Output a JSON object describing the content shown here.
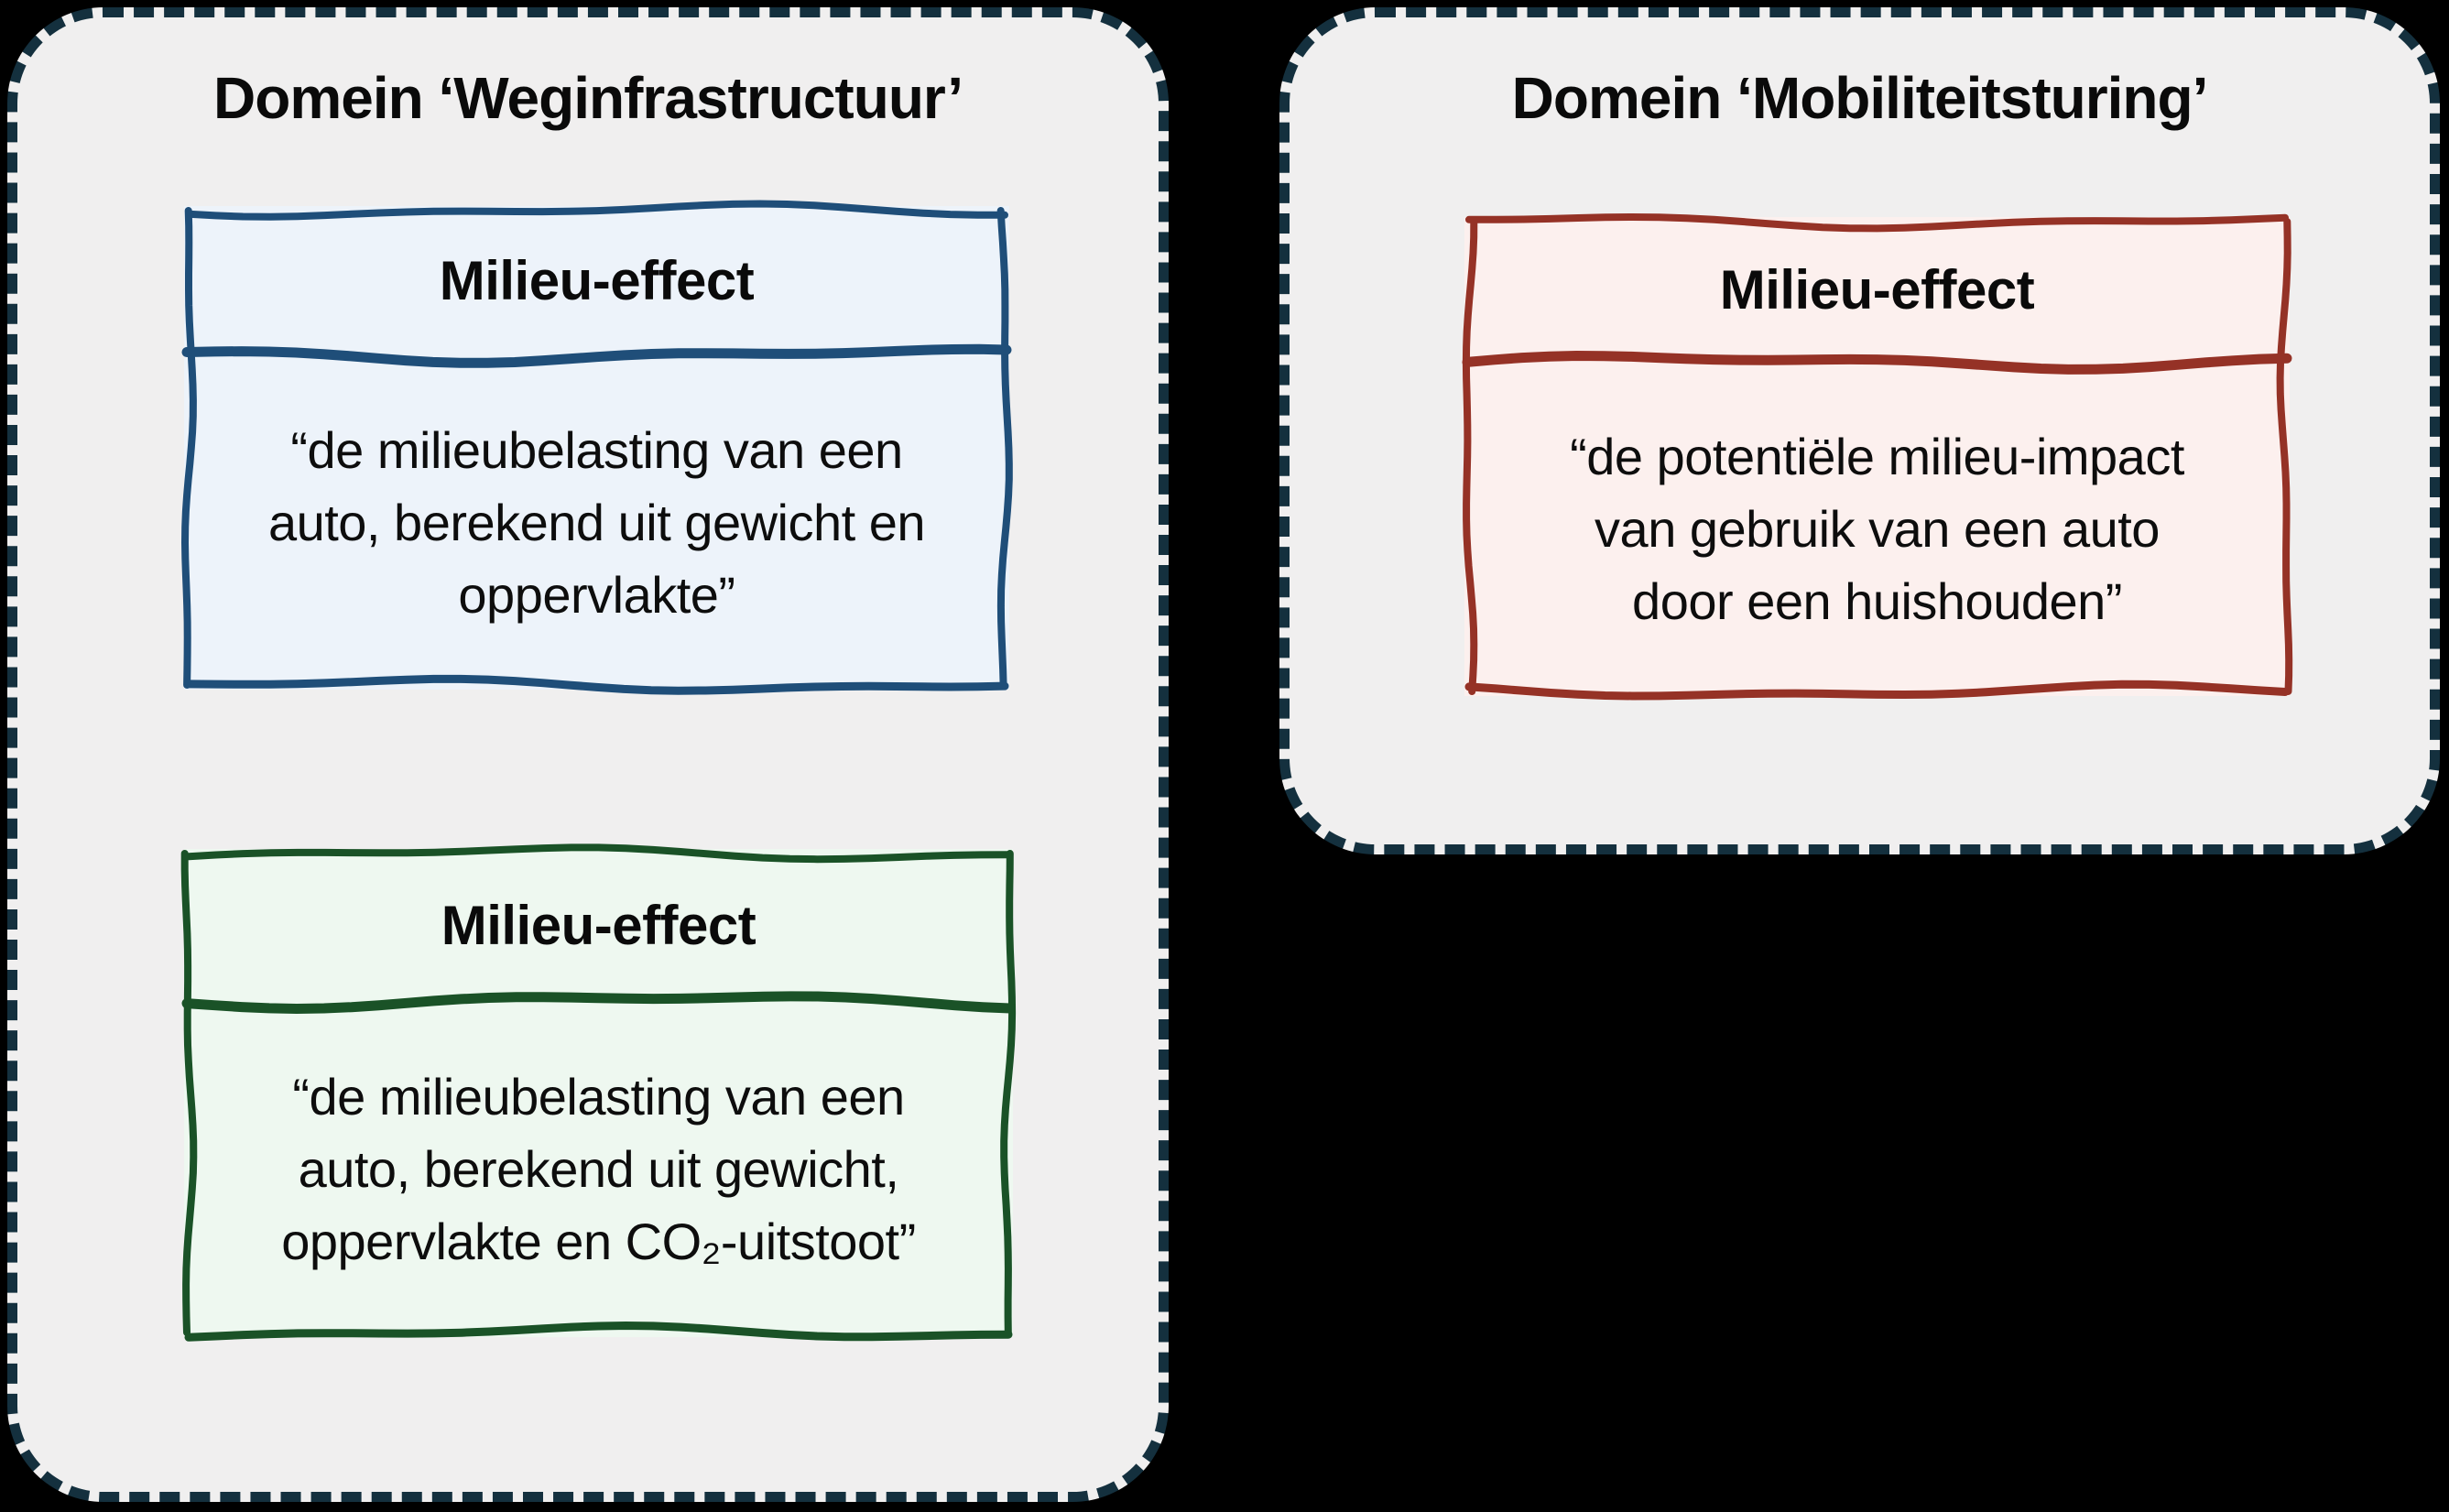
{
  "background_color": "#000000",
  "text_color": "#0d0d0d",
  "domains": [
    {
      "title": "Domein ‘Weginfrastructuur’",
      "panel_fill": "#f0efef",
      "panel_border_color": "#14303e",
      "cards": [
        {
          "header": "Milieu-effect",
          "body_lines": [
            "“de milieubelasting van een",
            "auto, berekend uit gewicht en",
            "oppervlakte”"
          ],
          "border_color": "#1f4e79",
          "fill": "#edf3fa"
        },
        {
          "header": "Milieu-effect",
          "body_lines": [
            "“de milieubelasting van een",
            "auto, berekend uit gewicht,",
            "oppervlakte en CO₂-uitstoot”"
          ],
          "border_color": "#1a5227",
          "fill": "#eef8f0"
        }
      ]
    },
    {
      "title": "Domein ‘Mobiliteitsturing’",
      "panel_fill": "#f0efef",
      "panel_border_color": "#14303e",
      "cards": [
        {
          "header": "Milieu-effect",
          "body_lines": [
            "“de potentiële milieu-impact",
            "van gebruik van een auto",
            "door een huishouden”"
          ],
          "border_color": "#953226",
          "fill": "#fcf0ee"
        }
      ]
    }
  ]
}
